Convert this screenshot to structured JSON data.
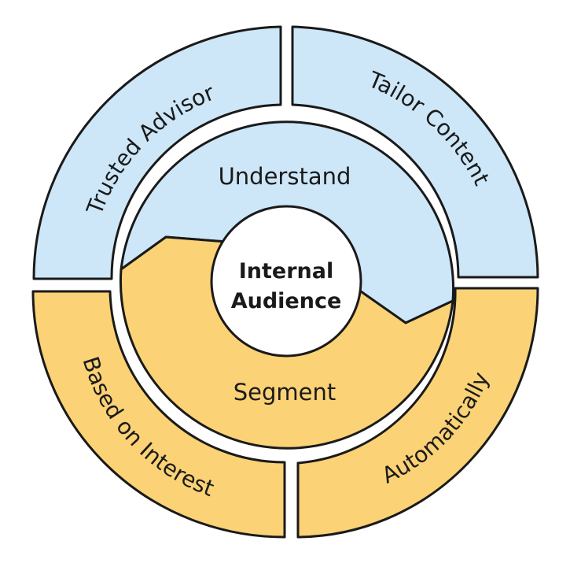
{
  "center": {
    "line1": "Internal",
    "line2": "Audience"
  },
  "inner": {
    "top": "Understand",
    "bottom": "Segment"
  },
  "outer": {
    "top_left": "Trusted Advisor",
    "top_right": "Tailor Content",
    "bottom_left": "Based on Interest",
    "bottom_right": "Automatically"
  },
  "colors": {
    "blue": "#cde7f8",
    "orange": "#fbd275",
    "outline": "#1a1a1a"
  }
}
